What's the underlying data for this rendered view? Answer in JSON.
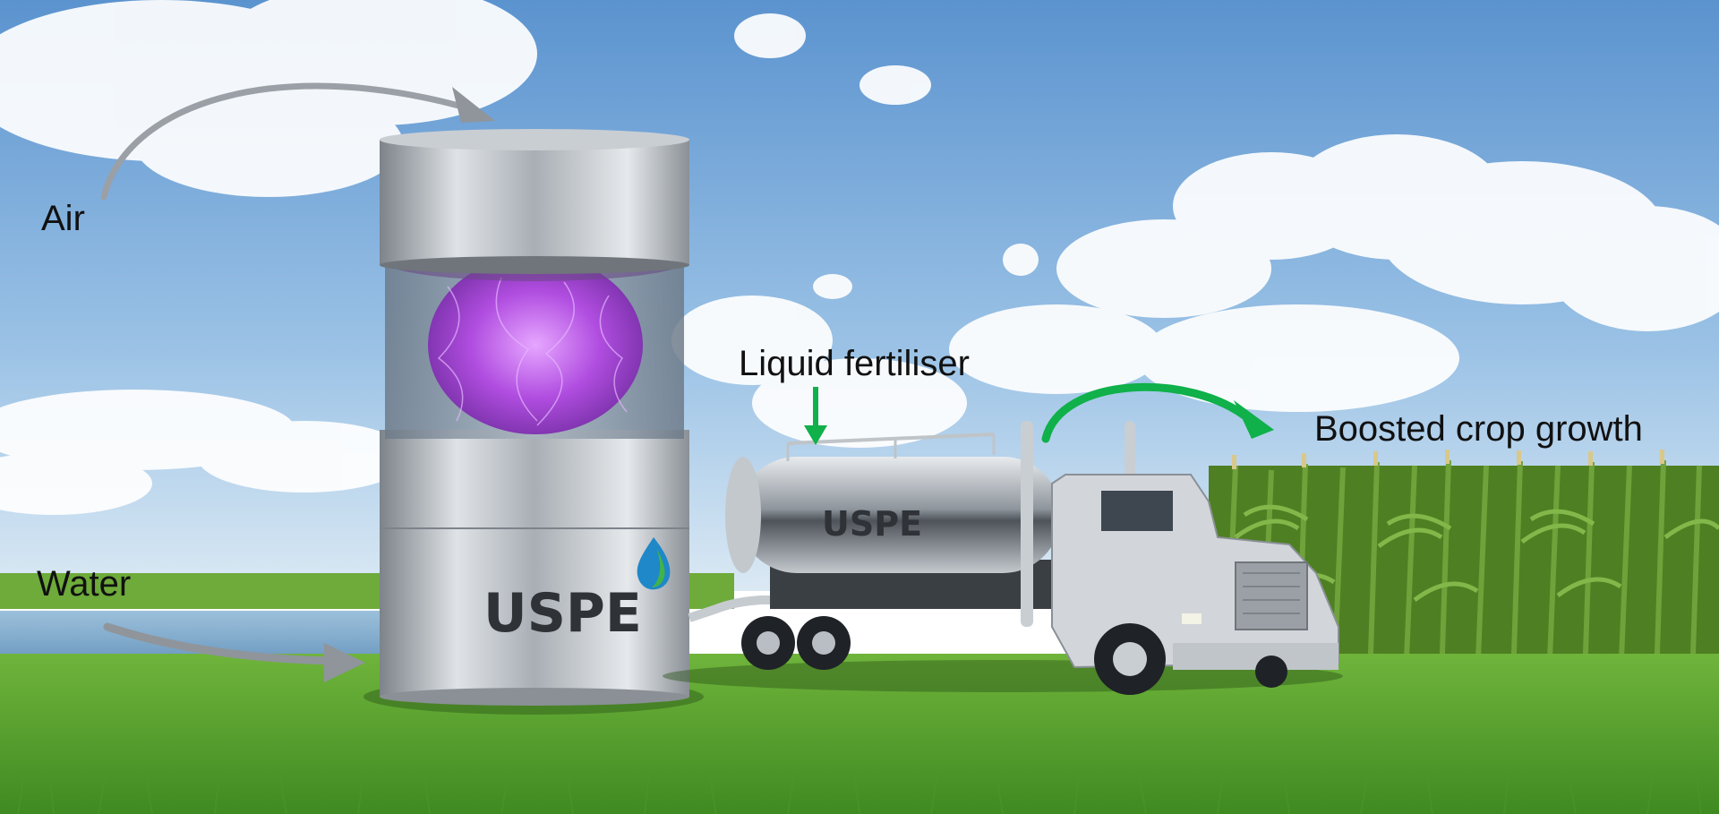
{
  "labels": {
    "air": "Air",
    "water": "Water",
    "liquid_fertiliser": "Liquid fertiliser",
    "boosted_crop_growth": "Boosted crop growth"
  },
  "branding": {
    "tank_logo": "USPE",
    "truck_logo": "USPE"
  },
  "icons": {
    "air_arrow": "curved-arrow-gray",
    "water_arrow": "curved-arrow-gray",
    "fertiliser_arrow": "down-arrow-green",
    "growth_arrow": "curved-arrow-green"
  },
  "colors": {
    "sky_top": "#5b93cf",
    "sky_bottom": "#cfe3f3",
    "grass": "#5fa832",
    "water": "#7fa9c8",
    "tank_steel": "#b9bec4",
    "plasma": "#b04de0",
    "arrow_green": "#10b04a",
    "arrow_gray": "#9aa0a6",
    "corn": "#5c8f2a",
    "logo_dark": "#2f3237",
    "drop_blue": "#1e88c8",
    "drop_green": "#41b34a"
  }
}
